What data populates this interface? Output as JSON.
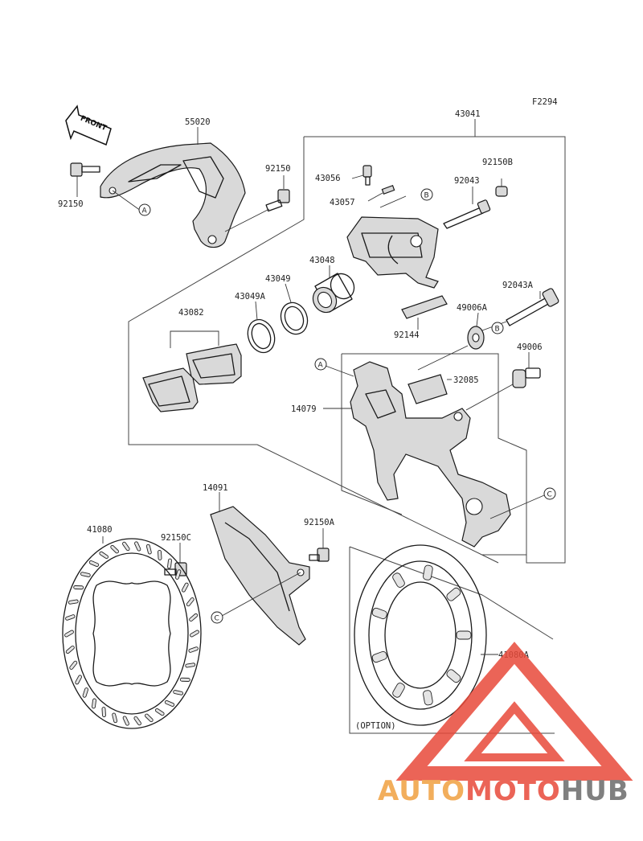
{
  "figure_code": "F2294",
  "front_label": "FRONT",
  "option_label": "(OPTION)",
  "watermark": {
    "part1": "AUTO",
    "part2": "MOTO",
    "part3": "HUB",
    "color_orange": "#f0a040",
    "color_red": "#e84a3a",
    "color_gray": "#6b6b6b"
  },
  "parts": {
    "p55020": "55020",
    "p43041": "43041",
    "p92150": "92150",
    "p92150_right": "92150",
    "p43056": "43056",
    "p43057": "43057",
    "p92150B": "92150B",
    "p92043": "92043",
    "p43048": "43048",
    "p43049": "43049",
    "p43049A": "43049A",
    "p43082": "43082",
    "p92043A": "92043A",
    "p49006A": "49006A",
    "p92144": "92144",
    "p49006": "49006",
    "p32085": "32085",
    "p14079": "14079",
    "p14091": "14091",
    "p41080": "41080",
    "p92150C": "92150C",
    "p92150A": "92150A",
    "p41080A": "41080A"
  },
  "refs": {
    "A": "A",
    "B": "B",
    "C": "C"
  }
}
